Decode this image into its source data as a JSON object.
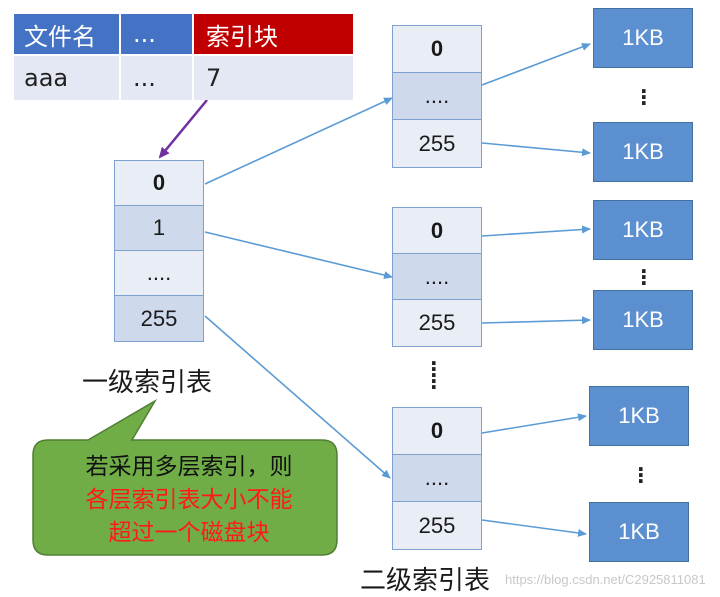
{
  "file_table": {
    "headers": [
      "文件名",
      "...",
      "索引块"
    ],
    "row": [
      "aaa",
      "...",
      "7"
    ]
  },
  "level1": {
    "cells": [
      "0",
      "1",
      "....",
      "255"
    ],
    "label": "一级索引表"
  },
  "level2_tables": [
    {
      "cells": [
        "0",
        "....",
        "255"
      ]
    },
    {
      "cells": [
        "0",
        "....",
        "255"
      ]
    },
    {
      "cells": [
        "0",
        "....",
        "255"
      ]
    }
  ],
  "level2_label": "二级索引表",
  "blocks": {
    "label": "1KB",
    "count": 6
  },
  "callout": {
    "line1": "若采用多层索引，则",
    "line2": "各层索引表大小不能",
    "line3": "超过一个磁盘块"
  },
  "watermark": "https://blog.csdn.net/C2925811081",
  "colors": {
    "header_blue": "#4472c4",
    "header_red": "#c00000",
    "arrow_blue": "#5b9bd5",
    "pointer_purple": "#7030a0",
    "block_blue": "#5b8fd0",
    "callout_green": "#70ad47",
    "text_red": "#ff1a1a"
  }
}
